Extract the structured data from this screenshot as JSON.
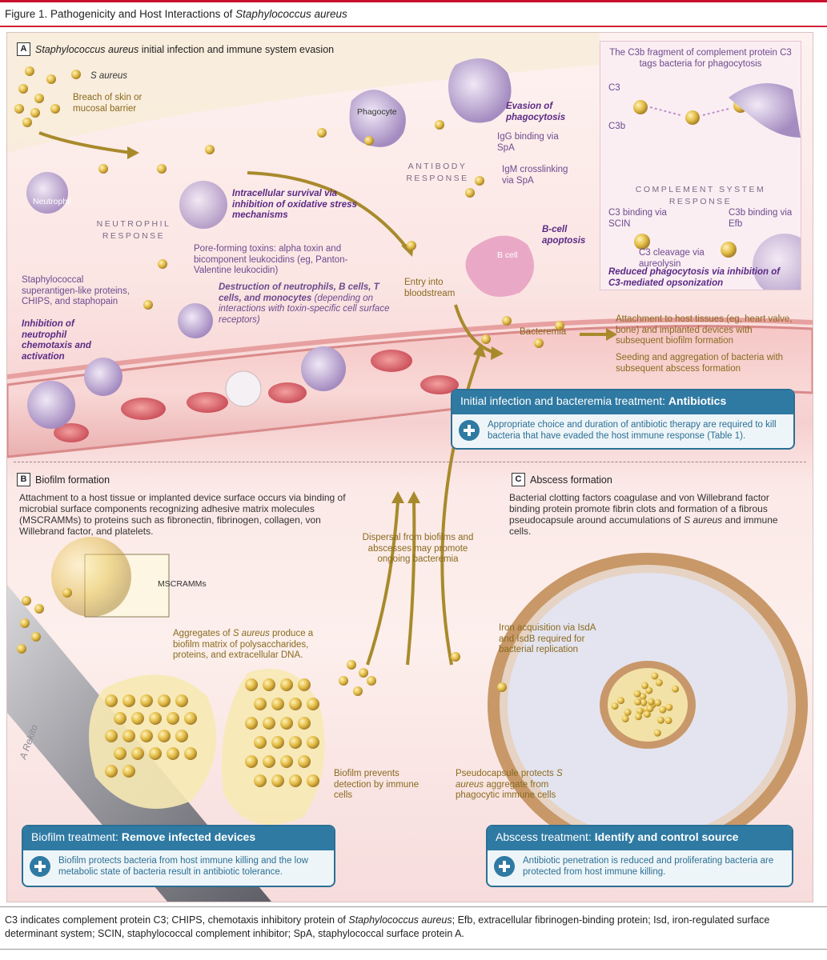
{
  "figure": {
    "title_pre": "Figure 1. Pathogenicity and Host Interactions of ",
    "title_ital": "Staphylococcus aureus"
  },
  "sectionA": {
    "letter": "A",
    "label_ital": "Staphylococcus aureus",
    "label_rest": " initial infection and immune system evasion",
    "s_aureus": "S aureus",
    "breach": "Breach of skin or mucosal barrier",
    "neutrophil": "Neutrophil",
    "neutrophil_response": "NEUTROPHIL RESPONSE",
    "phagocyte": "Phagocyte",
    "evasion": "Evasion of phagocytosis",
    "igg": "IgG binding via SpA",
    "antibody_response": "ANTIBODY RESPONSE",
    "igm": "IgM crosslinking via SpA",
    "bcell": "B cell",
    "bcell_apoptosis": "B-cell apoptosis",
    "intracellular": "Intracellular survival via inhibition of oxidative stress mechanisms",
    "pore": "Pore-forming toxins: alpha toxin and bicomponent leukocidins (eg, Panton-Valentine leukocidin)",
    "superantigen": "Staphylococcal superantigen-like proteins, CHIPS, and staphopain",
    "inhibition": "Inhibition of neutrophil chemotaxis and activation",
    "destruction_bold": "Destruction of neutrophils, B cells, T cells, and monocytes",
    "destruction_rest": " (depending on interactions with toxin-specific cell surface receptors)",
    "entry": "Entry into bloodstream",
    "bacteremia": "Bacteremia",
    "attachment": "Attachment to host tissues (eg, heart valve, bone) and implanted devices with subsequent biofilm formation",
    "seeding": "Seeding and aggregation of bacteria with subsequent abscess formation"
  },
  "complement": {
    "c3b_tag": "The C3b fragment of complement protein C3 tags bacteria for phagocytosis",
    "c3": "C3",
    "c3b": "C3b",
    "response": "COMPLEMENT SYSTEM RESPONSE",
    "scin": "C3 binding via SCIN",
    "efb": "C3b binding via Efb",
    "cleavage": "C3 cleavage via aureolysin",
    "reduced": "Reduced phagocytosis via inhibition of C3-mediated opsonization"
  },
  "treatment_antibiotics": {
    "head_pre": "Initial infection and bacteremia treatment: ",
    "head_bold": "Antibiotics",
    "body": "Appropriate choice and duration of antibiotic therapy are required to kill bacteria that have evaded the host immune response (Table 1)."
  },
  "sectionB": {
    "letter": "B",
    "label": "Biofilm formation",
    "desc": "Attachment to a host tissue or implanted device surface occurs via binding of microbial surface components recognizing adhesive matrix molecules (MSCRAMMs) to proteins such as fibronectin, fibrinogen, collagen, von Willebrand factor, and platelets.",
    "mscramms": "MSCRAMMs",
    "aggregates_pre": "Aggregates of ",
    "aggregates_ital": "S aureus",
    "aggregates_rest": " produce a biofilm matrix of polysaccharides, proteins, and extracellular DNA.",
    "prevents": "Biofilm prevents detection by immune cells",
    "signature": "A Rekito"
  },
  "dispersal": "Dispersal from biofilms and abscesses may promote ongoing bacteremia",
  "sectionC": {
    "letter": "C",
    "label": "Abscess formation",
    "desc_pre": "Bacterial clotting factors coagulase and von Willebrand factor binding protein promote fibrin clots and formation of a fibrous pseudocapsule around accumulations of ",
    "desc_ital": "S aureus",
    "desc_rest": " and immune cells.",
    "iron": "Iron acquisition via IsdA and IsdB required for bacterial replication",
    "pseudo_pre": "Pseudocapsule protects ",
    "pseudo_ital": "S aureus",
    "pseudo_rest": " aggregate from phagocytic immune cells"
  },
  "treatment_biofilm": {
    "head_pre": "Biofilm treatment: ",
    "head_bold": "Remove infected devices",
    "body": "Biofilm protects bacteria from host immune killing and the low metabolic state of bacteria result in antibiotic tolerance."
  },
  "treatment_abscess": {
    "head_pre": "Abscess treatment: ",
    "head_bold": "Identify and control source",
    "body": "Antibiotic penetration is reduced and proliferating bacteria are protected from host immune killing."
  },
  "footnote": {
    "p1": "C3 indicates complement protein C3; CHIPS, chemotaxis inhibitory protein of ",
    "ital": "Staphylococcus aureus",
    "p2": "; Efb, extracellular fibrinogen-binding protein; Isd, iron-regulated surface determinant system; SCIN, staphylococcal complement inhibitor; SpA, staphylococcal surface protein A."
  },
  "colors": {
    "title_rule": "#c8102e",
    "treatment_blue": "#2f7aa3",
    "bacteria_gold": "#d9b13a",
    "vessel_red": "#e0707a",
    "cell_purple": "#b9a2cf"
  }
}
